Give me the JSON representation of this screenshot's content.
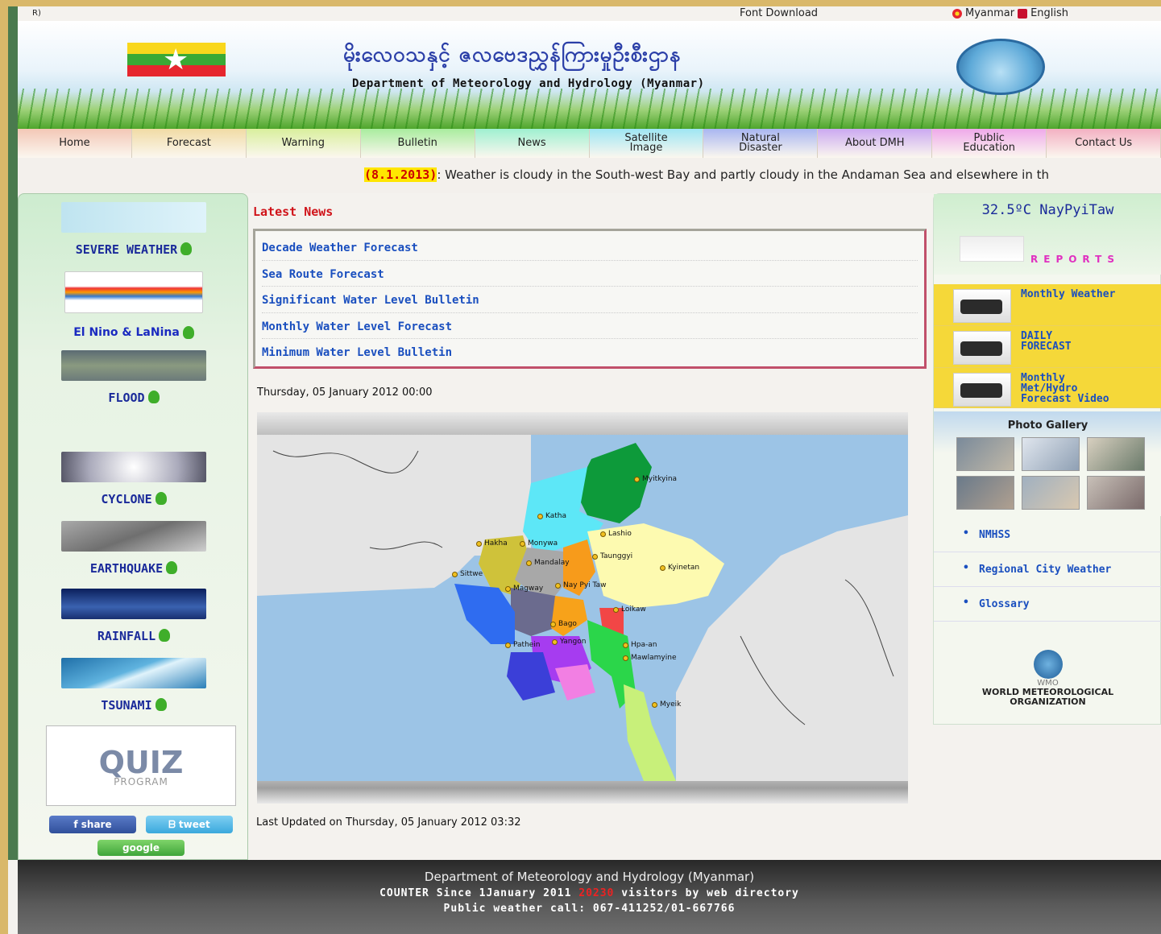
{
  "topbar": {
    "corner": "R)",
    "font_download": "Font Download",
    "lang_myanmar": "Myanmar",
    "lang_english": "English"
  },
  "header": {
    "title_myanmar": "မိုးလေဝသနှင့် ဇလဗေဒညွှန်ကြားမှုဦးစီးဌာန",
    "title_english": "Department of Meteorology and Hydrology (Myanmar)"
  },
  "nav": {
    "items": [
      {
        "label": "Home",
        "bg": "#f3c7b6"
      },
      {
        "label": "Forecast",
        "bg": "#f1dba5"
      },
      {
        "label": "Warning",
        "bg": "#d9ef9d"
      },
      {
        "label": "Bulletin",
        "bg": "#a9ec9e"
      },
      {
        "label": "News",
        "bg": "#9ff0d0"
      },
      {
        "label": "Satellite\nImage",
        "bg": "#9fe6f3"
      },
      {
        "label": "Natural\nDisaster",
        "bg": "#a9b6f1"
      },
      {
        "label": "About DMH",
        "bg": "#cba9f1"
      },
      {
        "label": "Public\nEducation",
        "bg": "#efa9ea"
      },
      {
        "label": "Contact Us",
        "bg": "#f3b0c2"
      }
    ]
  },
  "ticker": {
    "date": "(8.1.2013)",
    "text": ": Weather is cloudy in the South-west Bay and partly cloudy in the Andaman Sea and elsewhere in th"
  },
  "left_sidebar": {
    "items": [
      {
        "label": "SEVERE WEATHER"
      },
      {
        "label": "El Nino & LaNina"
      },
      {
        "label": "FLOOD"
      },
      {
        "label": "CYCLONE"
      },
      {
        "label": "EARTHQUAKE"
      },
      {
        "label": "RAINFALL"
      },
      {
        "label": "TSUNAMI"
      }
    ],
    "quiz_big": "QUIZ",
    "quiz_small": "PROGRAM",
    "share": "f share",
    "tweet": "tweet",
    "google": "google"
  },
  "main": {
    "latest_news": "Latest News",
    "news_links": [
      "Decade Weather Forecast",
      "Sea Route Forecast",
      "Significant Water Level Bulletin",
      "Monthly Water Level Forecast",
      "Minimum Water Level Bulletin"
    ],
    "date_created": "Thursday, 05 January 2012 00:00",
    "last_updated": "Last Updated on Thursday, 05 January 2012 03:32",
    "map_labels": [
      "Myitkyina",
      "Katha",
      "Lashio",
      "Hakha",
      "Monywa",
      "Taunggyi",
      "Mandalay",
      "Kyinetan",
      "Sittwe",
      "Magway",
      "Nay Pyi Taw",
      "Loikaw",
      "Bago",
      "Pathein",
      "Yangon",
      "Hpa-an",
      "Mawlamyine",
      "Myeik"
    ]
  },
  "right_sidebar": {
    "temperature": "32.5ºC NayPyiTaw",
    "reports": "REPORTS",
    "videos": [
      {
        "label": "Monthly Weather"
      },
      {
        "label": "DAILY\nFORECAST"
      },
      {
        "label": "Monthly\nMet/Hydro\nForecast Video"
      }
    ],
    "gallery_title": "Photo Gallery",
    "links": [
      "NMHSS",
      "Regional City Weather",
      "Glossary"
    ],
    "wmo_short": "WMO",
    "wmo_name": "WORLD METEOROLOGICAL\nORGANIZATION"
  },
  "footer": {
    "line1": "Department of Meteorology and Hydrology (Myanmar)",
    "counter_prefix": "COUNTER Since 1January 2011 ",
    "counter_value": "20230",
    "counter_suffix": " visitors by web directory",
    "phone": "Public weather call: 067-411252/01-667766"
  }
}
